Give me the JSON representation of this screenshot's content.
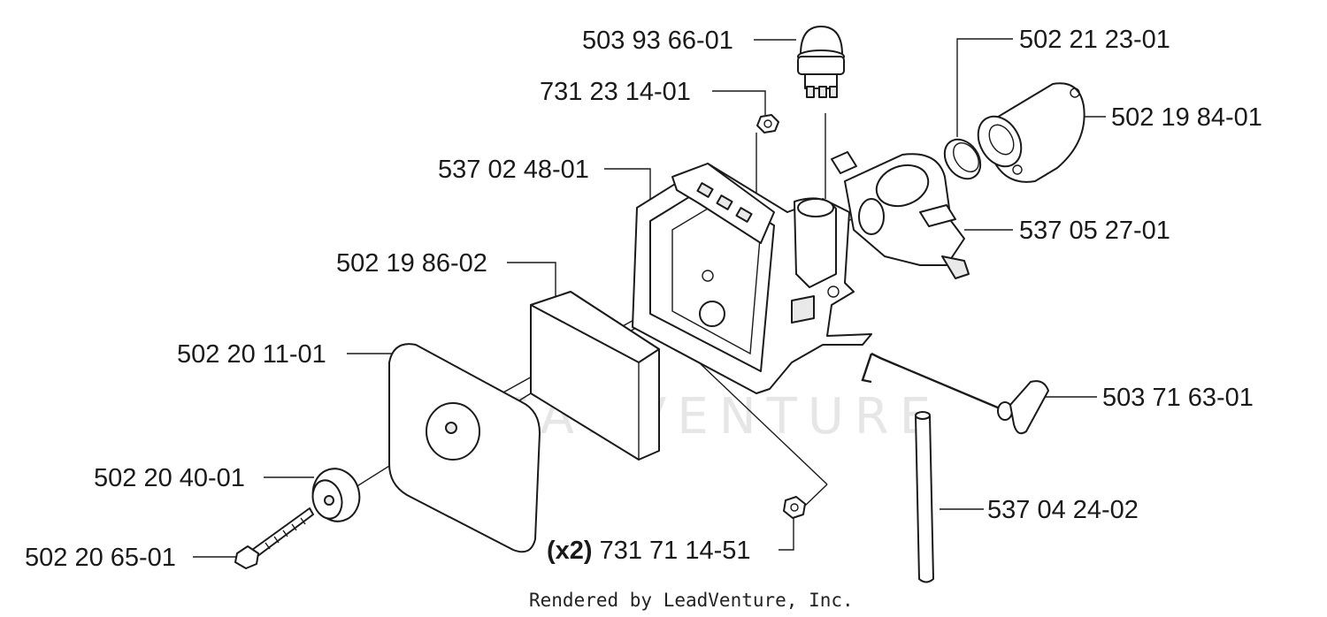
{
  "diagram": {
    "watermark": "LEADVENTURE",
    "footer": "Rendered by LeadVenture, Inc.",
    "parts": [
      {
        "id": "primer-bulb",
        "number": "503 93 66-01"
      },
      {
        "id": "nut-top",
        "number": "731 23 14-01"
      },
      {
        "id": "air-filter-holder",
        "number": "537 02 48-01"
      },
      {
        "id": "air-filter",
        "number": "502 19 86-02"
      },
      {
        "id": "air-filter-cover",
        "number": "502 20 11-01"
      },
      {
        "id": "knob",
        "number": "502 20 40-01"
      },
      {
        "id": "screw",
        "number": "502 20 65-01"
      },
      {
        "id": "nut-bottom",
        "qty": "(x2)",
        "number": "731 71 14-51"
      },
      {
        "id": "clamp",
        "number": "502 21 23-01"
      },
      {
        "id": "intake-manifold",
        "number": "502 19 84-01"
      },
      {
        "id": "carburetor",
        "number": "537 05 27-01"
      },
      {
        "id": "throttle-rod",
        "number": "503 71 63-01"
      },
      {
        "id": "fuel-hose",
        "number": "537 04 24-02"
      }
    ]
  }
}
